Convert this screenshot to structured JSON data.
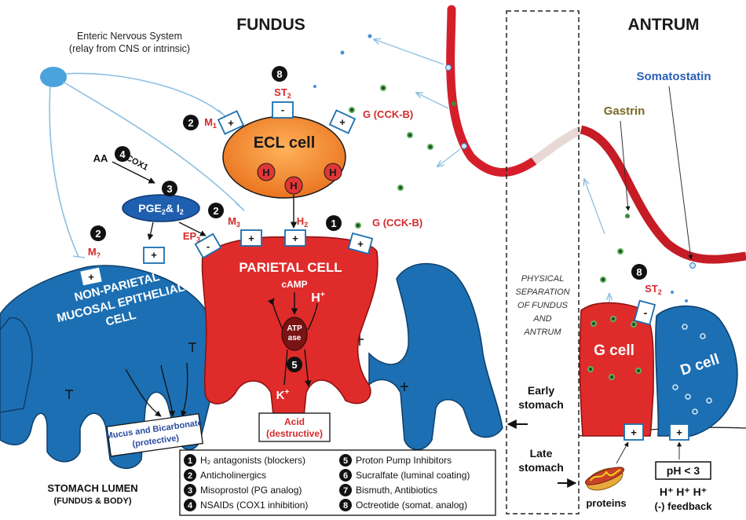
{
  "headers": {
    "fundus": "FUNDUS",
    "antrum": "ANTRUM"
  },
  "ens": {
    "line1": "Enteric Nervous System",
    "line2": "(relay from CNS or intrinsic)"
  },
  "ecl": {
    "label": "ECL cell",
    "h": "H"
  },
  "receptors": {
    "st2_top": "ST",
    "st2_sub": "2",
    "m1": "M",
    "m1_sub": "1",
    "g_cckb": "G (CCK-B)",
    "m3": "M",
    "m3_sub": "3",
    "h2": "H",
    "h2_sub": "2",
    "ep3": "EP",
    "ep3_sub": "3",
    "m_np": "M",
    "m_np_sub": "?",
    "plus": "+",
    "minus": "-"
  },
  "pathway": {
    "aa": "AA",
    "cox1": "COX1",
    "pge": "PGE",
    "pge_sub": "2",
    "amp": "& I",
    "i_sub": "2"
  },
  "parietal": {
    "label": "PARIETAL CELL",
    "camp": "cAMP",
    "hplus": "H",
    "atp1": "ATP",
    "atp2": "ase",
    "kplus": "K"
  },
  "nonparietal": {
    "line1": "NON-PARIETAL",
    "line2": "MUCOSAL EPITHELIAL",
    "line3": "CELL"
  },
  "mucus": {
    "line1": "Mucus and Bicarbonate",
    "line2": "(protective)"
  },
  "acid": {
    "line1": "Acid",
    "line2": "(destructive)"
  },
  "lumen": {
    "line1": "STOMACH LUMEN",
    "line2": "(FUNDUS & BODY)"
  },
  "separation": {
    "lines": [
      "PHYSICAL",
      "SEPARATION",
      "OF FUNDUS",
      "AND",
      "ANTRUM"
    ]
  },
  "early": {
    "line1": "Early",
    "line2": "stomach"
  },
  "late": {
    "line1": "Late",
    "line2": "stomach"
  },
  "antrum": {
    "somatostatin": "Somatostatin",
    "gastrin": "Gastrin",
    "st2": "ST",
    "st2_sub": "2",
    "gcell": "G cell",
    "dcell": "D cell",
    "proteins": "proteins",
    "ph": "pH < 3",
    "hhh": "H⁺ H⁺ H⁺",
    "feedback": "(-) feedback"
  },
  "legend": [
    {
      "num": "1",
      "text": "H₂ antagonists (blockers)"
    },
    {
      "num": "2",
      "text": "Anticholinergics"
    },
    {
      "num": "3",
      "text": "Misoprostol (PG analog)"
    },
    {
      "num": "4",
      "text": "NSAIDs (COX1 inhibition)"
    },
    {
      "num": "5",
      "text": "Proton Pump Inhibitors"
    },
    {
      "num": "6",
      "text": "Sucralfate (luminal coating)"
    },
    {
      "num": "7",
      "text": "Bismuth, Antibiotics"
    },
    {
      "num": "8",
      "text": "Octreotide (somat. analog)"
    }
  ],
  "markers": {
    "n1": "1",
    "n2": "2",
    "n3": "3",
    "n4": "4",
    "n5": "5",
    "n8": "8"
  },
  "colors": {
    "red": "#d42a2a",
    "blue": "#1a6fb0",
    "orange": "#f0862a",
    "nerve": "#9cc9e6",
    "vessel": "#d41f2a"
  }
}
